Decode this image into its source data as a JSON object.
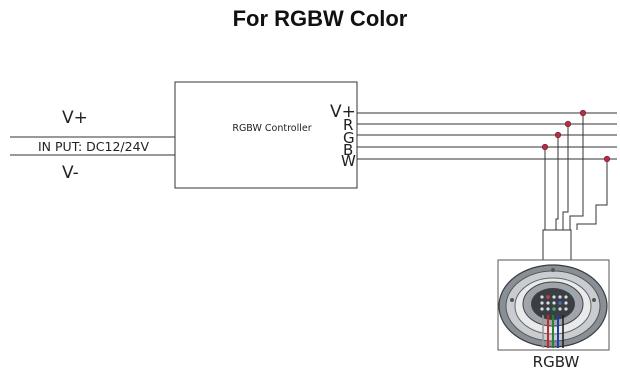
{
  "title": "For RGBW Color",
  "input": {
    "plus_label": "V+",
    "minus_label": "V-",
    "input_label": "IN PUT: DC12/24V"
  },
  "controller": {
    "label": "RGBW Controller",
    "terminals": [
      "V+",
      "R",
      "G",
      "B",
      "W"
    ]
  },
  "lamp": {
    "label": "RGBW"
  },
  "colors": {
    "dot": "#b0304a",
    "wire": "#333333"
  }
}
